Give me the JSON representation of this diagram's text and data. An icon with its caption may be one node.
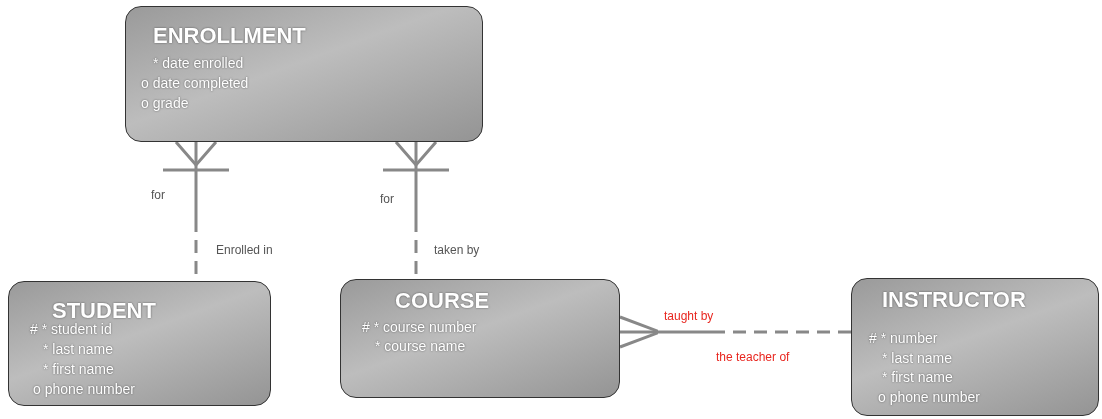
{
  "diagram": {
    "nodes": [
      {
        "text": [
          "ENROLLMENT",
          "* date enrolled",
          "o date completed",
          "o grade"
        ]
      },
      {
        "text": [
          "STUDENT",
          "# * student id",
          "* last name",
          "* first name",
          "o phone number"
        ]
      },
      {
        "text": [
          "COURSE",
          "# * course number",
          "* course name"
        ]
      },
      {
        "text": [
          "INSTRUCTOR",
          "# * number",
          "* last name",
          "* first name",
          "o phone number"
        ]
      }
    ],
    "edges": [
      {
        "from": 0,
        "to": 1,
        "arrow": "other",
        "style": "dashed"
      },
      {
        "from": 0,
        "to": 2,
        "arrow": "other",
        "style": "dashed"
      },
      {
        "from": 2,
        "to": 3,
        "arrow": "other",
        "style": "dashed"
      }
    ],
    "labels": [
      "for",
      "Enrolled in",
      "for",
      "taken by",
      "taught by",
      "the teacher of"
    ]
  }
}
